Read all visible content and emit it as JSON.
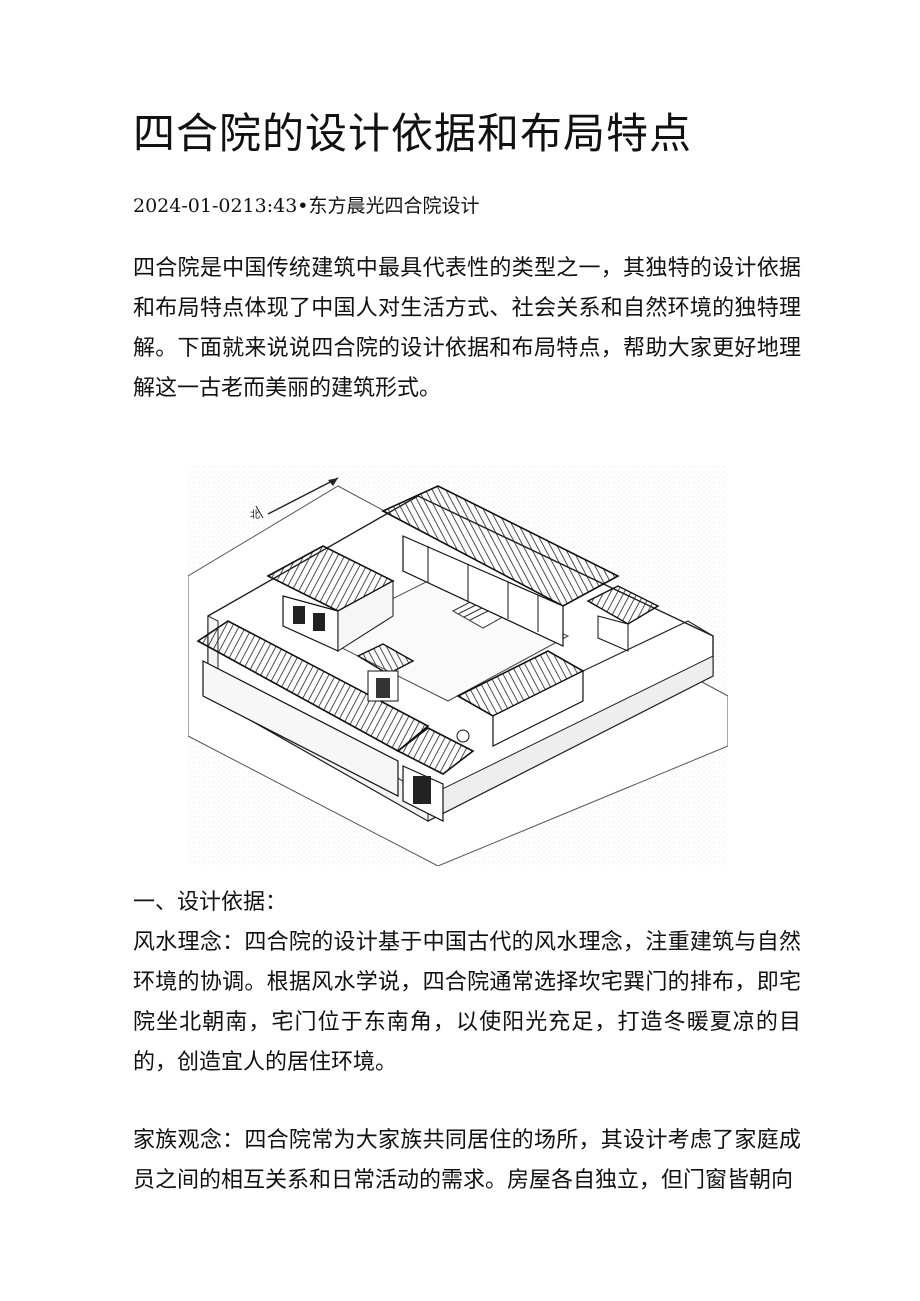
{
  "article": {
    "title": "四合院的设计依据和布局特点",
    "meta": "2024-01-0213:43•东方晨光四合院设计",
    "intro": "四合院是中国传统建筑中最具代表性的类型之一，其独特的设计依据和布局特点体现了中国人对生活方式、社会关系和自然环境的独特理解。下面就来说说四合院的设计依据和布局特点，帮助大家更好地理解这一古老而美丽的建筑形式。",
    "figure": {
      "icon": "siheyuan-courtyard-illustration",
      "compass_label": "北"
    },
    "section1": {
      "heading": "一、设计依据：",
      "para1": "风水理念：四合院的设计基于中国古代的风水理念，注重建筑与自然环境的协调。根据风水学说，四合院通常选择坎宅巽门的排布，即宅院坐北朝南，宅门位于东南角，以使阳光充足，打造冬暖夏凉的目的，创造宜人的居住环境。",
      "para2": "家族观念：四合院常为大家族共同居住的场所，其设计考虑了家庭成员之间的相互关系和日常活动的需求。房屋各自独立，但门窗皆朝向"
    }
  }
}
